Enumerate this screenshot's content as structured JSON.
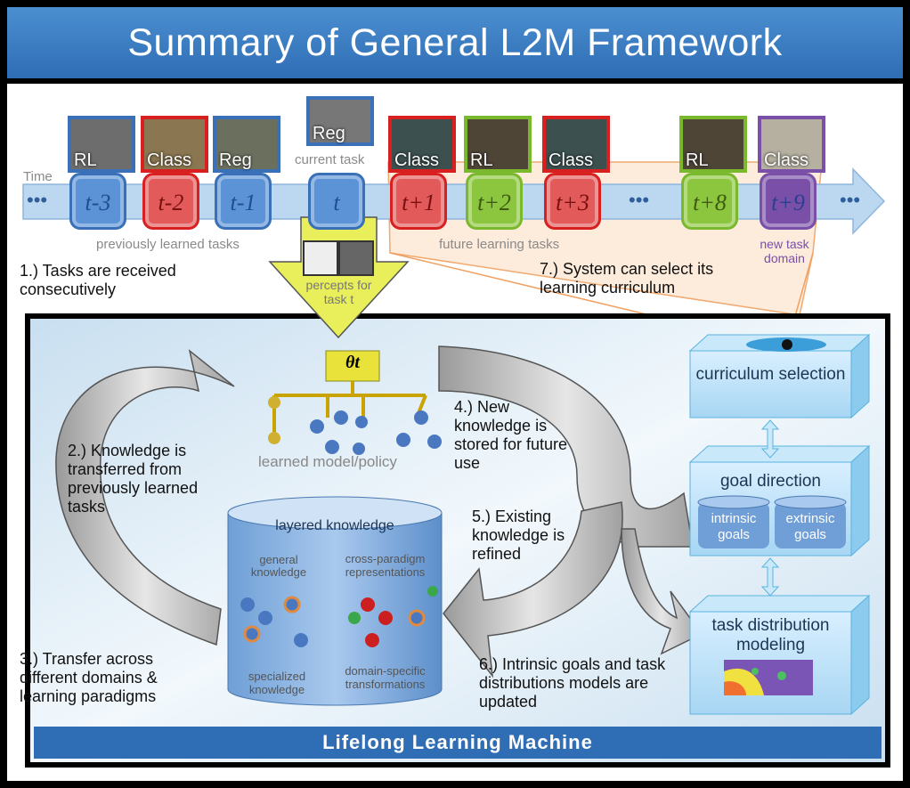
{
  "title": "Summary of General L2M Framework",
  "timeline": {
    "time_label": "Time",
    "ellipsis": "•••",
    "previously_learned_label": "previously learned tasks",
    "future_label": "future learning tasks",
    "current_task_label": "current task",
    "new_task_domain_label": "new task domain",
    "percepts_label": "percepts for task t",
    "tasks": [
      {
        "label": "t-3",
        "type": "RL",
        "color": "#5b93d6"
      },
      {
        "label": "t-2",
        "type": "Class",
        "color": "#e25a5a"
      },
      {
        "label": "t-1",
        "type": "Reg",
        "color": "#5b93d6"
      },
      {
        "label": "t",
        "type": "Reg",
        "color": "#5b93d6"
      },
      {
        "label": "t+1",
        "type": "Class",
        "color": "#e25a5a"
      },
      {
        "label": "t+2",
        "type": "RL",
        "color": "#8cc63f"
      },
      {
        "label": "t+3",
        "type": "Class",
        "color": "#e25a5a"
      },
      {
        "label": "t+8",
        "type": "RL",
        "color": "#8cc63f"
      },
      {
        "label": "t+9",
        "type": "Class",
        "color": "#7a4fa8"
      }
    ]
  },
  "steps": {
    "s1": "1.) Tasks are received consecutively",
    "s2": "2.) Knowledge is transferred from previously learned tasks",
    "s3": "3.) Transfer across different domains & learning paradigms",
    "s4": "4.) New knowledge is stored for future use",
    "s5": "5.) Existing knowledge is refined",
    "s6": "6.) Intrinsic goals and task distributions models are updated",
    "s7": "7.) System can select its learning curriculum"
  },
  "model": {
    "theta": "θt",
    "label": "learned model/policy"
  },
  "knowledge": {
    "title": "layered knowledge",
    "general": "general knowledge",
    "cross": "cross-paradigm representations",
    "specialized": "specialized knowledge",
    "domain": "domain-specific transformations"
  },
  "modules": {
    "curriculum": "curriculum selection",
    "goal": "goal direction",
    "intrinsic": "intrinsic goals",
    "extrinsic": "extrinsic goals",
    "task_dist": "task distribution modeling"
  },
  "footer": "Lifelong Learning Machine",
  "colors": {
    "title_bar": "#3a7cc2",
    "panel": "#dbeaf6",
    "footer_bar": "#2f6db5",
    "arrow_yellow": "#e8ef5a",
    "curriculum_orange": "#f0a060"
  }
}
